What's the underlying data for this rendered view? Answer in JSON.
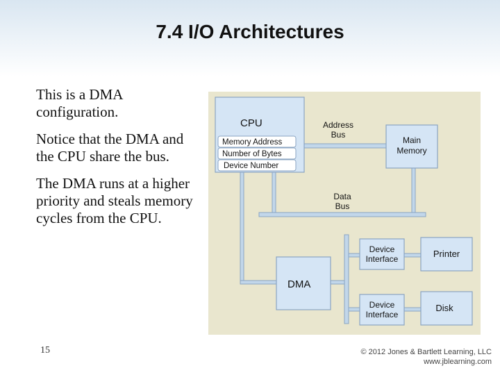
{
  "slide": {
    "title": "7.4 I/O Architectures",
    "bullets": [
      "This is a DMA configuration.",
      "Notice that the DMA and the CPU share the bus.",
      "The DMA runs at a higher priority and steals memory cycles from the CPU."
    ],
    "page_number": "15",
    "copyright_line1": "© 2012 Jones & Bartlett Learning, LLC",
    "copyright_line2": "www.jblearning.com"
  },
  "diagram": {
    "cpu_label": "CPU",
    "cpu_registers": [
      "Memory Address",
      "Number of Bytes",
      "Device Number"
    ],
    "address_bus_label": [
      "Address",
      "Bus"
    ],
    "main_memory_label": [
      "Main",
      "Memory"
    ],
    "data_bus_label": [
      "Data",
      "Bus"
    ],
    "dma_label": "DMA",
    "device_interface_label": [
      "Device",
      "Interface"
    ],
    "printer_label": "Printer",
    "disk_label": "Disk",
    "colors": {
      "panel": "#e9e6ce",
      "box": "#d5e5f5",
      "box_border": "#8aa4c2",
      "bus": "#c2d7ea",
      "bus_border": "#8aa4c2"
    }
  }
}
